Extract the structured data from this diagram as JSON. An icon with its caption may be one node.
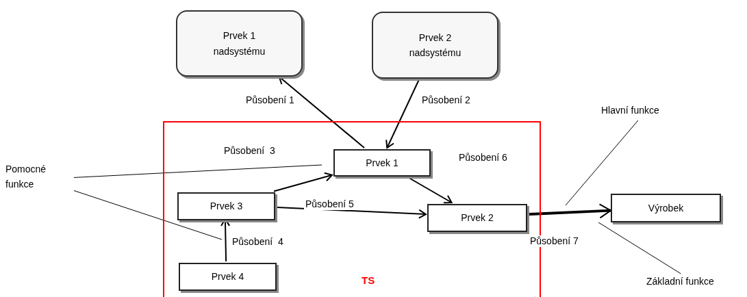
{
  "diagram": {
    "nodes": [
      {
        "text": [
          "TS"
        ]
      },
      {
        "text": [
          "Prvek 1 nadsystému"
        ]
      },
      {
        "text": [
          "Prvek 2 nadsystému"
        ]
      },
      {
        "text": [
          "Prvek 1"
        ],
        "in": 0
      },
      {
        "text": [
          "Prvek  3"
        ],
        "in": 0
      },
      {
        "text": [
          "Prvek 2"
        ],
        "in": 0
      },
      {
        "text": [
          "Prvek   4"
        ],
        "in": 0
      },
      {
        "text": [
          "Výrobek"
        ]
      },
      {
        "text": [
          "Pomocné funkce"
        ]
      },
      {
        "text": [
          "Hlavní funkce"
        ]
      },
      {
        "text": [
          "Základní funkce"
        ]
      }
    ],
    "edges": [
      {
        "from": 3,
        "to": 1,
        "arrow": "to",
        "label": "Působení 1"
      },
      {
        "from": 2,
        "to": 3,
        "arrow": "to",
        "label": "Působení 2"
      },
      {
        "from": 4,
        "to": 3,
        "arrow": "to",
        "label": "Působení  3"
      },
      {
        "from": 6,
        "to": 4,
        "arrow": "to",
        "label": "Působení  4"
      },
      {
        "from": 4,
        "to": 5,
        "arrow": "to",
        "label": "Působení 5"
      },
      {
        "from": 3,
        "to": 5,
        "arrow": "to",
        "label": "Působení 6"
      },
      {
        "from": 5,
        "to": 7,
        "arrow": "to",
        "label": "Působení 7",
        "style": "thick"
      },
      {
        "from": 8,
        "to": null,
        "arrow": "none"
      },
      {
        "from": 8,
        "to": null,
        "arrow": "none"
      },
      {
        "from": 9,
        "to": null,
        "arrow": "none"
      },
      {
        "from": 10,
        "to": null,
        "arrow": "none"
      }
    ]
  }
}
